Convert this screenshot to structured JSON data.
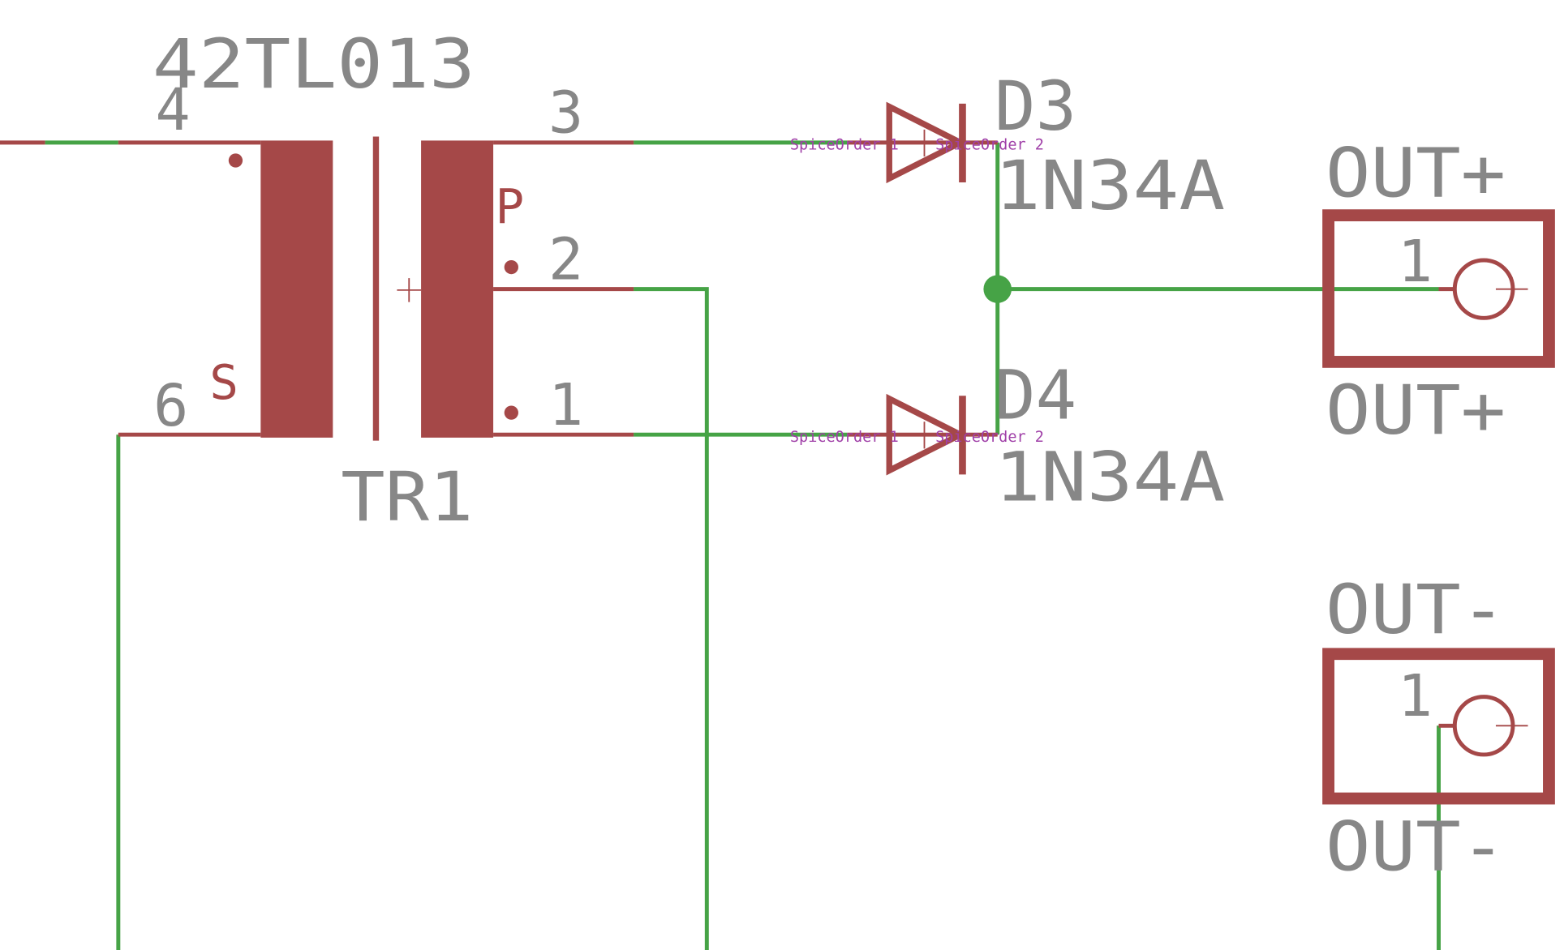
{
  "transformer": {
    "value": "42TL013",
    "name": "TR1",
    "pin_4": "4",
    "pin_3": "3",
    "pin_2": "2",
    "pin_1": "1",
    "pin_6": "6",
    "primary_label": "P",
    "secondary_label": "S"
  },
  "diodes": [
    {
      "name": "D3",
      "value": "1N34A",
      "spice_anode": "SpiceOrder 1",
      "spice_cathode": "SpiceOrder 2"
    },
    {
      "name": "D4",
      "value": "1N34A",
      "spice_anode": "SpiceOrder 1",
      "spice_cathode": "SpiceOrder 2"
    }
  ],
  "connectors": [
    {
      "name": "OUT+",
      "value": "OUT+",
      "pin": "1"
    },
    {
      "name": "OUT-",
      "value": "OUT-",
      "pin": "1"
    }
  ],
  "colors": {
    "wire": "#46a346",
    "symbol": "#a54848",
    "text": "#878787",
    "attribute": "#a040a8"
  }
}
